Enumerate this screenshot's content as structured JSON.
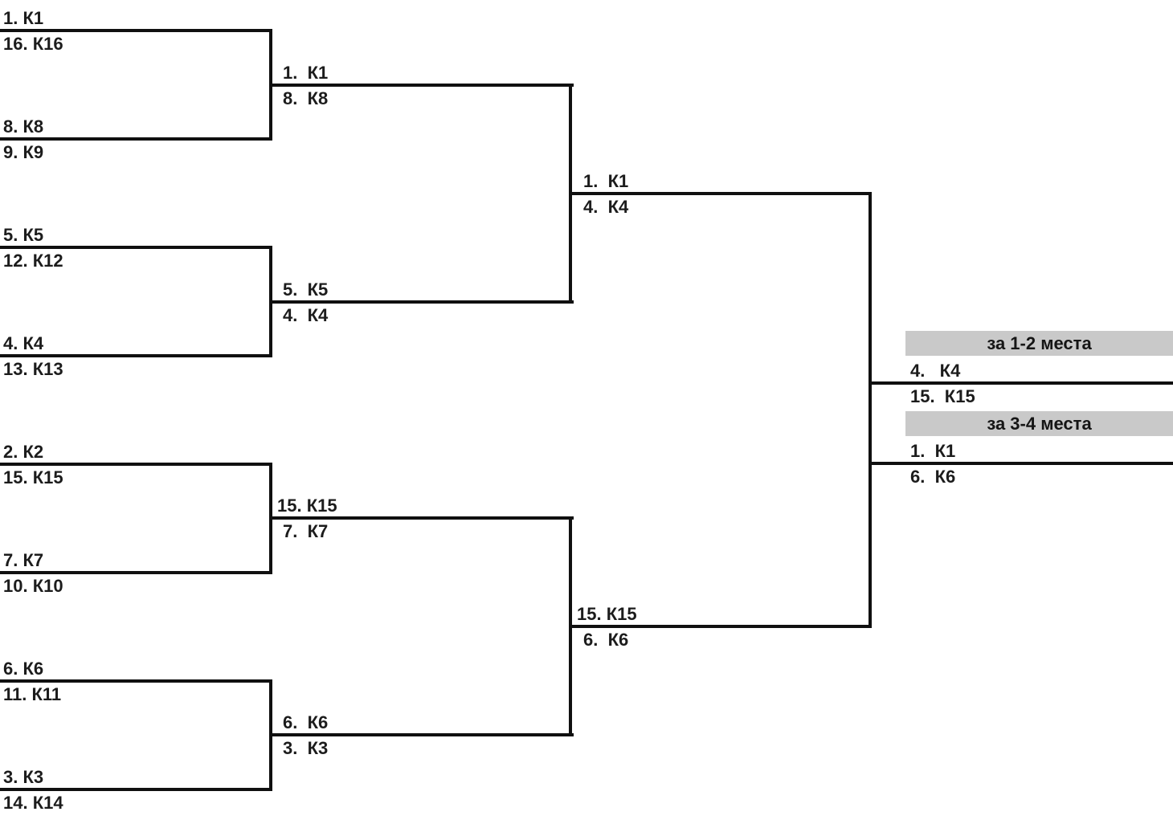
{
  "diagram_type": "tournament-bracket-16",
  "colors": {
    "line": "#101010",
    "text": "#1c1c1c",
    "header_bar_bg": "#c9c9c9",
    "background": "#ffffff"
  },
  "bracket": {
    "round1": [
      {
        "top": "1. К1",
        "bottom": "16. К16"
      },
      {
        "top": "8. К8",
        "bottom": "9. К9"
      },
      {
        "top": "5. К5",
        "bottom": "12. К12"
      },
      {
        "top": "4. К4",
        "bottom": "13. К13"
      },
      {
        "top": "2. К2",
        "bottom": "15. К15"
      },
      {
        "top": "7. К7",
        "bottom": "10. К10"
      },
      {
        "top": "6. К6",
        "bottom": "11. К11"
      },
      {
        "top": "3. К3",
        "bottom": "14. К14"
      }
    ],
    "round2": [
      {
        "top": "1.  К1",
        "bottom": "8.  К8"
      },
      {
        "top": "5.  К5",
        "bottom": "4.  К4"
      },
      {
        "top": "15. К15",
        "bottom": "7.  К7"
      },
      {
        "top": "6.  К6",
        "bottom": "3.  К3"
      }
    ],
    "semifinals": [
      {
        "top": "1.  К1",
        "bottom": "4.  К4"
      },
      {
        "top": "15. К15",
        "bottom": "6.  К6"
      }
    ],
    "finals": {
      "gold": {
        "header": "за 1-2 места",
        "top": "4.   К4",
        "bottom": "15.  К15"
      },
      "bronze": {
        "header": "за 3-4 места",
        "top": "1.  К1",
        "bottom": "6.  К6"
      }
    }
  }
}
